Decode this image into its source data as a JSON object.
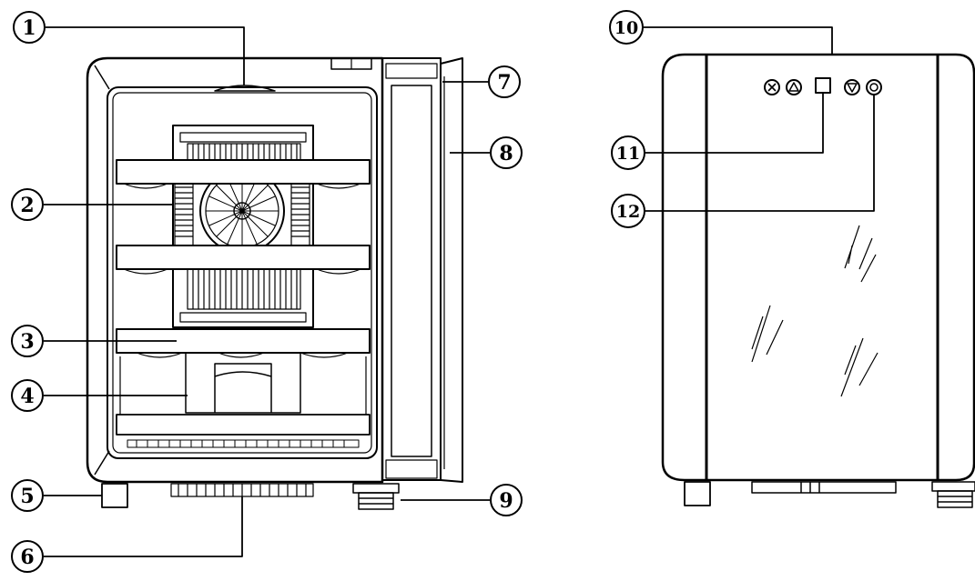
{
  "diagram": {
    "line_color": "#000000",
    "fill_color": "#ffffff",
    "callouts": [
      {
        "id": "c1",
        "label": "1"
      },
      {
        "id": "c2",
        "label": "2"
      },
      {
        "id": "c3",
        "label": "3"
      },
      {
        "id": "c4",
        "label": "4"
      },
      {
        "id": "c5",
        "label": "5"
      },
      {
        "id": "c6",
        "label": "6"
      },
      {
        "id": "c7",
        "label": "7"
      },
      {
        "id": "c8",
        "label": "8"
      },
      {
        "id": "c9",
        "label": "9"
      },
      {
        "id": "c10",
        "label": "10"
      },
      {
        "id": "c11",
        "label": "11"
      },
      {
        "id": "c12",
        "label": "12"
      }
    ],
    "icons": [
      "fan-icon",
      "power-button-icon",
      "up-button-icon",
      "temperature-display-icon",
      "down-button-icon",
      "light-button-icon"
    ]
  }
}
